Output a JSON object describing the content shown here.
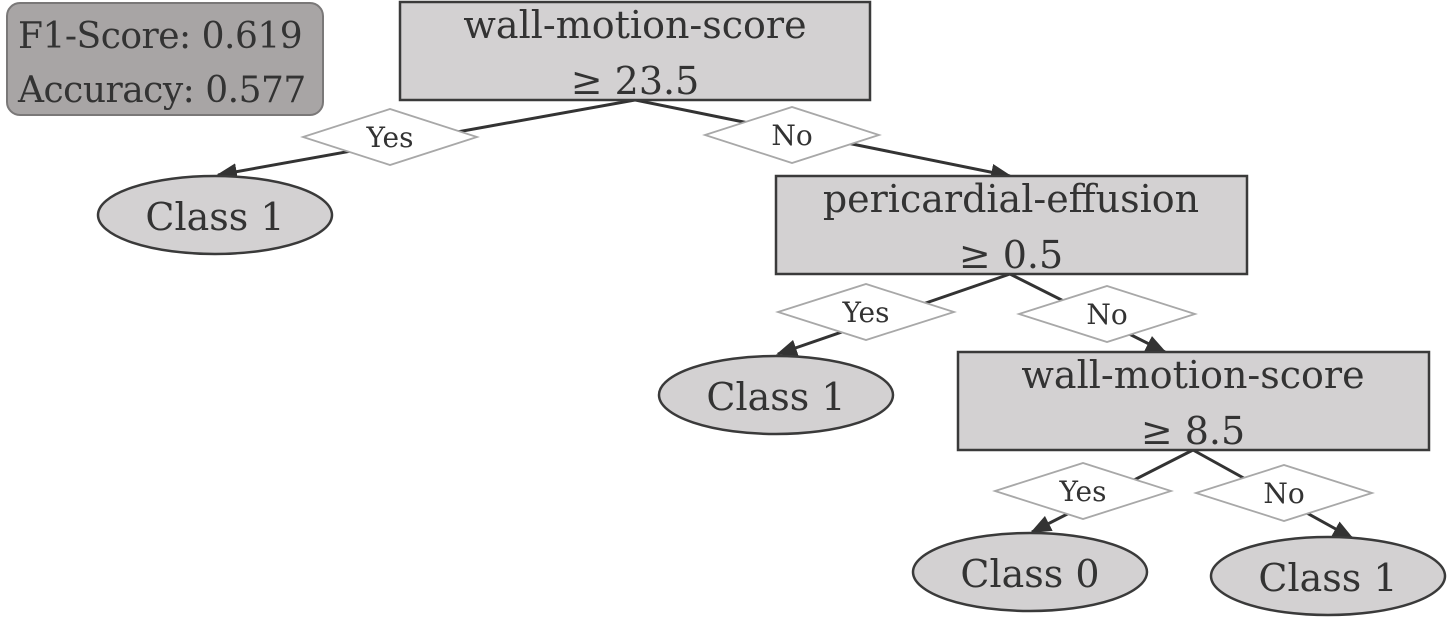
{
  "metrics": {
    "f1_label": "F1-Score: 0.619",
    "accuracy_label": "Accuracy: 0.577"
  },
  "tree": {
    "root": {
      "feature": "wall-motion-score",
      "threshold": "≥ 23.5",
      "yes_label": "Yes",
      "no_label": "No",
      "yes_leaf": "Class 1"
    },
    "node2": {
      "feature": "pericardial-effusion",
      "threshold": "≥ 0.5",
      "yes_label": "Yes",
      "no_label": "No",
      "yes_leaf": "Class 1"
    },
    "node3": {
      "feature": "wall-motion-score",
      "threshold": "≥ 8.5",
      "yes_label": "Yes",
      "no_label": "No",
      "yes_leaf": "Class 0",
      "no_leaf": "Class 1"
    }
  },
  "colors": {
    "node_fill": "#d3d1d2",
    "metrics_fill": "#a8a5a5",
    "edge": "#333333"
  }
}
